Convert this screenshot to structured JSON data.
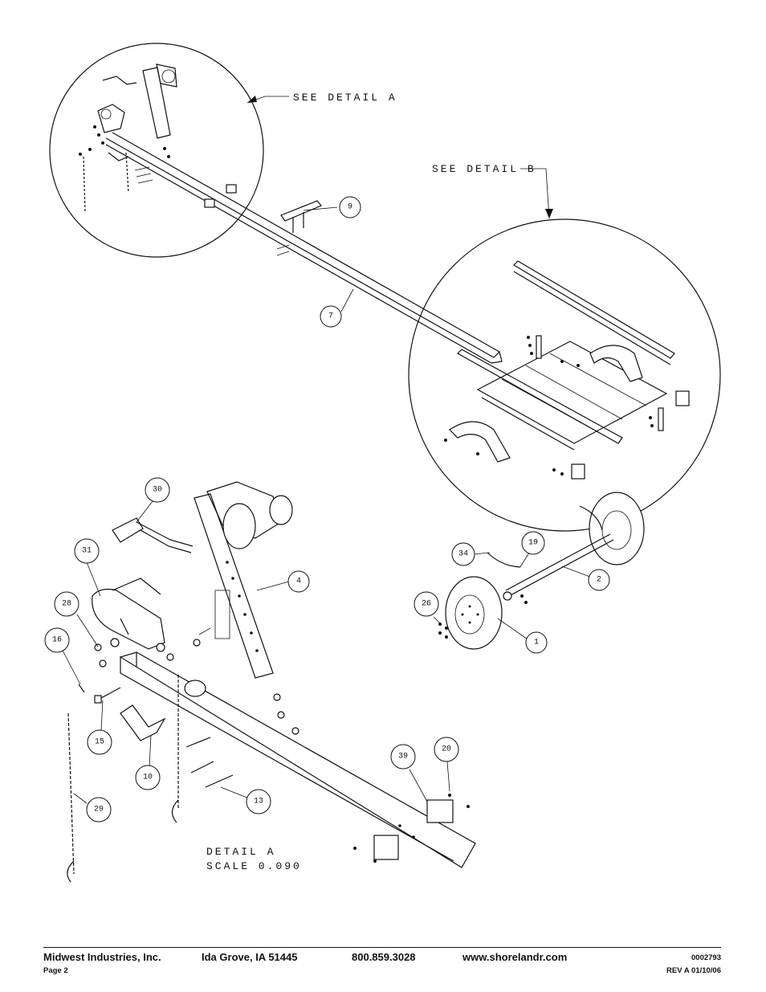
{
  "notes": {
    "see_detail_a": "SEE DETAIL  A",
    "see_detail_b": "SEE DETAIL  B",
    "detail_a_title": "DETAIL  A",
    "detail_a_scale": "SCALE  0.090"
  },
  "callouts": {
    "c9": "9",
    "c7": "7",
    "c30": "30",
    "c31": "31",
    "c4": "4",
    "c28": "28",
    "c16": "16",
    "c15": "15",
    "c10": "10",
    "c29": "29",
    "c13": "13",
    "c39": "39",
    "c20": "20",
    "c34": "34",
    "c19": "19",
    "c2": "2",
    "c26": "26",
    "c1": "1"
  },
  "footer": {
    "company": "Midwest Industries, Inc.",
    "location": "Ida Grove, IA  51445",
    "phone": "800.859.3028",
    "website": "www.shorelandr.com",
    "doc_number": "0002793",
    "page": "Page 2",
    "revision": "REV  A  01/10/06"
  }
}
